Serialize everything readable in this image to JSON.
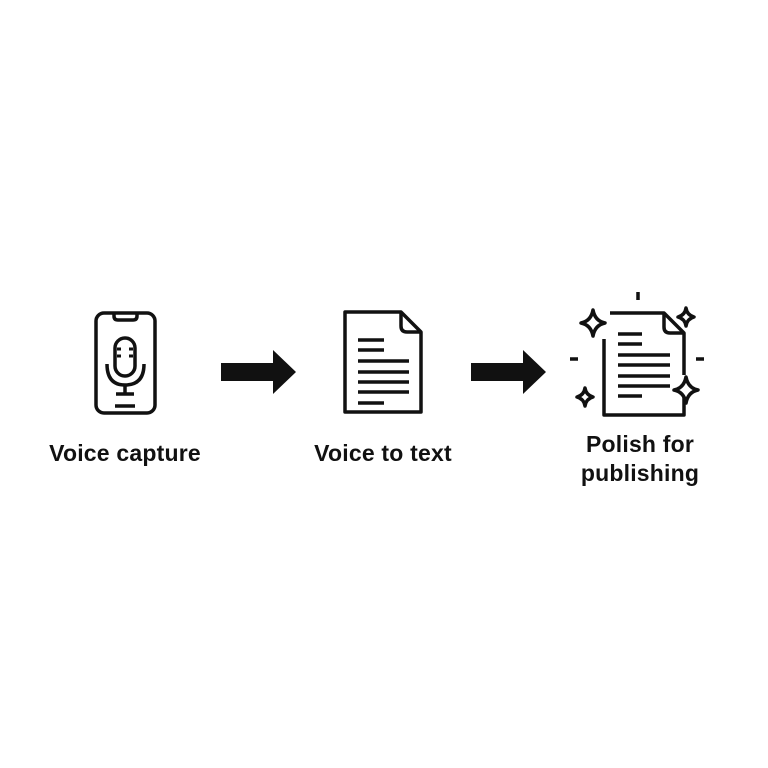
{
  "diagram": {
    "type": "process-flow",
    "colors": {
      "background": "#ffffff",
      "stroke": "#111111"
    },
    "steps": [
      {
        "id": "capture",
        "label": "Voice capture",
        "icon": "smartphone-microphone-icon"
      },
      {
        "id": "transcribe",
        "label": "Voice to text",
        "icon": "document-icon"
      },
      {
        "id": "polish",
        "label_line1": "Polish for",
        "label_line2": "publishing",
        "icon": "sparkling-document-icon"
      }
    ],
    "connectors": [
      {
        "from": "capture",
        "to": "transcribe",
        "icon": "arrow-right-icon"
      },
      {
        "from": "transcribe",
        "to": "polish",
        "icon": "arrow-right-icon"
      }
    ]
  }
}
